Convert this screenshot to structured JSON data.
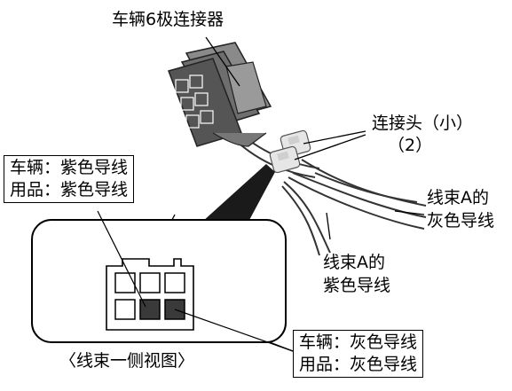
{
  "labels": {
    "connector_title": "车辆6极连接器",
    "joint_small": "连接头（小）",
    "joint_count": "（2）",
    "harness_gray_line1": "线束A的",
    "harness_gray_line2": "灰色导线",
    "harness_purple_line1": "线束A的",
    "harness_purple_line2": "紫色导线",
    "side_view": "〈线束一侧视图〉"
  },
  "callouts": {
    "purple": {
      "vehicle": "车辆：紫色导线",
      "accessory": "用品：紫色导线"
    },
    "gray": {
      "vehicle": "车辆：灰色导线",
      "accessory": "用品：灰色导线"
    }
  },
  "colors": {
    "pin_dark": "#3a3a3a",
    "pin_light": "#ffffff",
    "line": "#000000",
    "connector_body": "#7a7a7a",
    "joint": "#e6e6e6"
  }
}
